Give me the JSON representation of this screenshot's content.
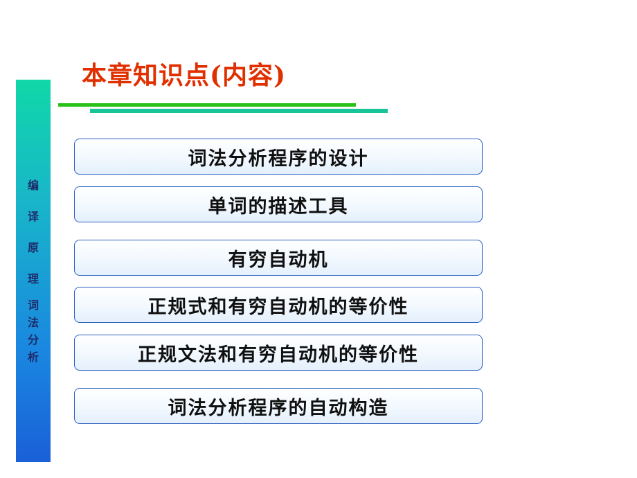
{
  "title": "本章知识点(内容)",
  "sidebar": {
    "chars": [
      "编",
      "译",
      "原",
      "理",
      "词",
      "法",
      "分",
      "析"
    ]
  },
  "items": [
    {
      "label": "词法分析程序的设计"
    },
    {
      "label": "单词的描述工具"
    },
    {
      "label": "有穷自动机"
    },
    {
      "label": "正规式和有穷自动机的等价性"
    },
    {
      "label": "正规文法和有穷自动机的等价性"
    },
    {
      "label": "词法分析程序的自动构造"
    }
  ],
  "colors": {
    "title": "#e03000",
    "rule_primary": "#2ac21a",
    "rule_secondary": "#18c498",
    "sidebar_top": "#10d8a8",
    "sidebar_bottom": "#1a60d8",
    "item_border": "#2a60c0"
  }
}
